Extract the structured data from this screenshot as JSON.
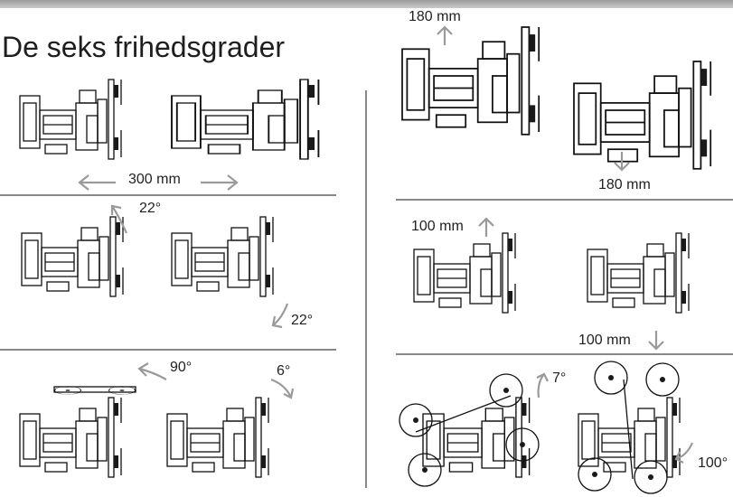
{
  "title": "De seks frihedsgrader",
  "labels": {
    "translation_x": "300 mm",
    "rotation_a_up": "22°",
    "rotation_a_down": "22°",
    "rotation_b_left": "90°",
    "rotation_b_right": "6°",
    "lift_up": "180 mm",
    "lift_down": "180 mm",
    "side_up": "100 mm",
    "side_down": "100 mm",
    "rotation_c_left": "7°",
    "rotation_c_right": "100°"
  },
  "colors": {
    "arrow": "#9a9a9a",
    "line": "#111111",
    "bar": "#b0b0b0"
  }
}
